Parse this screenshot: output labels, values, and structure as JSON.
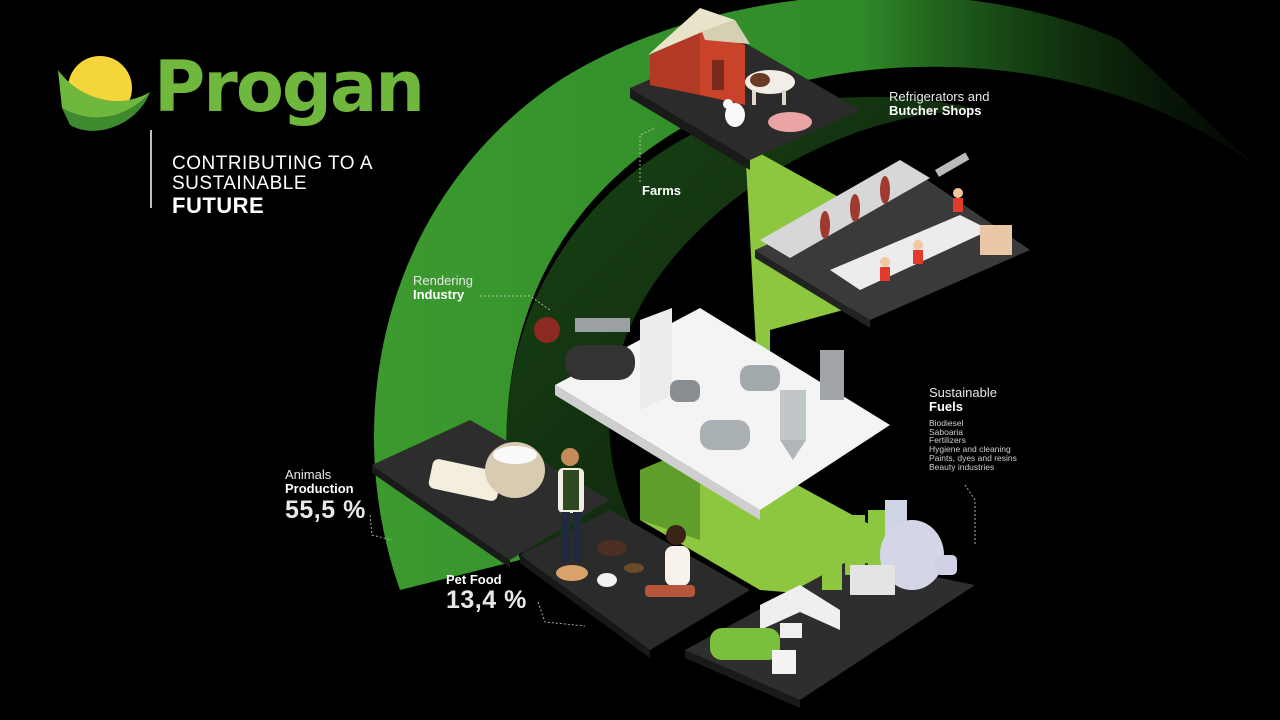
{
  "brand": {
    "name": "Progan",
    "tagline_line1": "CONTRIBUTING TO A",
    "tagline_line2": "SUSTAINABLE",
    "tagline_bold": "FUTURE"
  },
  "stages": {
    "farms": {
      "label": "Farms"
    },
    "butcher": {
      "line1": "Refrigerators and",
      "line2": "Butcher Shops"
    },
    "rendering": {
      "line1": "Rendering",
      "line2": "Industry"
    },
    "animals": {
      "line1": "Animals",
      "line2": "Production",
      "percent": "55,5 %"
    },
    "pet_food": {
      "label": "Pet Food",
      "percent": "13,4 %"
    },
    "fuels": {
      "line1": "Sustainable",
      "line2": "Fuels",
      "items": [
        "Biodiesel",
        "Saboaria",
        "Fertilizers",
        "Hygiene and cleaning",
        "Paints, dyes and resins",
        "Beauty industries"
      ]
    }
  },
  "colors": {
    "brand_green": "#6fb83d",
    "light_green": "#8dc63f",
    "dark_green": "#2f7a2a",
    "platform": "#2b2b2b",
    "sun_yellow": "#f5d63a"
  }
}
